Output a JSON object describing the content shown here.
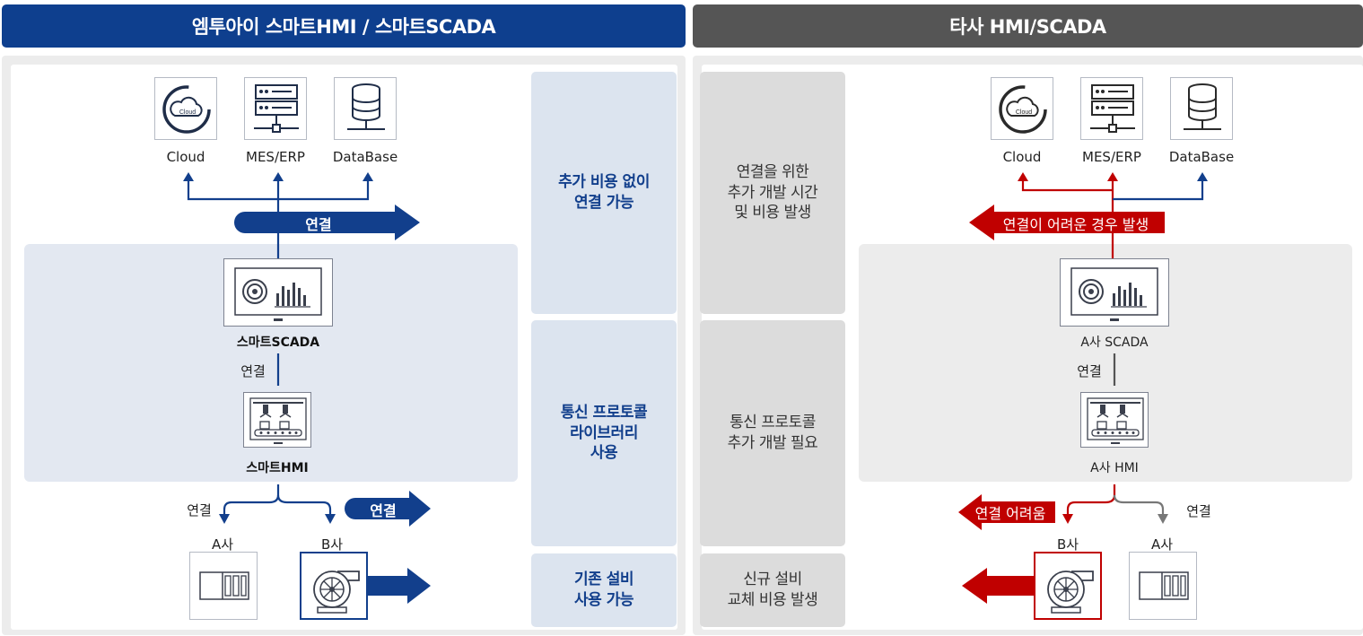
{
  "left": {
    "header": "엠투아이 스마트HMI / 스마트SCADA",
    "top_icons": [
      "Cloud",
      "MES/ERP",
      "DataBase"
    ],
    "cloud_icon_text": "Cloud",
    "connect_arrow": "연결",
    "scada_label": "스마트SCADA",
    "link_label": "연결",
    "hmi_label": "스마트HMI",
    "bottom_left_link": "연결",
    "bottom_right_link": "연결",
    "company_a": "A사",
    "company_b": "B사",
    "colors": {
      "header": "#0e3f8e",
      "accent": "#123f8c",
      "shade": "#e3e8f1"
    }
  },
  "middle": {
    "benefit_1": "추가 비용 없이\n연결 가능",
    "benefit_2": "통신 프로토콜\n라이브러리\n사용",
    "benefit_3": "기존 설비\n사용 가능",
    "cost_1": "연결을 위한\n추가 개발 시간\n및 비용 발생",
    "cost_2": "통신 프로토콜\n추가 개발 필요",
    "cost_3": "신규 설비\n교체 비용 발생"
  },
  "right": {
    "header": "타사 HMI/SCADA",
    "top_icons": [
      "Cloud",
      "MES/ERP",
      "DataBase"
    ],
    "cloud_icon_text": "Cloud",
    "problem_arrow": "연결이 어려운 경우 발생",
    "scada_label": "A사 SCADA",
    "link_label": "연결",
    "hmi_label": "A사 HMI",
    "bottom_left_link": "연결 어려움",
    "bottom_right_link": "연결",
    "company_b": "B사",
    "company_a": "A사",
    "colors": {
      "header": "#555555",
      "alert": "#c00000",
      "shade": "#ececec"
    }
  }
}
